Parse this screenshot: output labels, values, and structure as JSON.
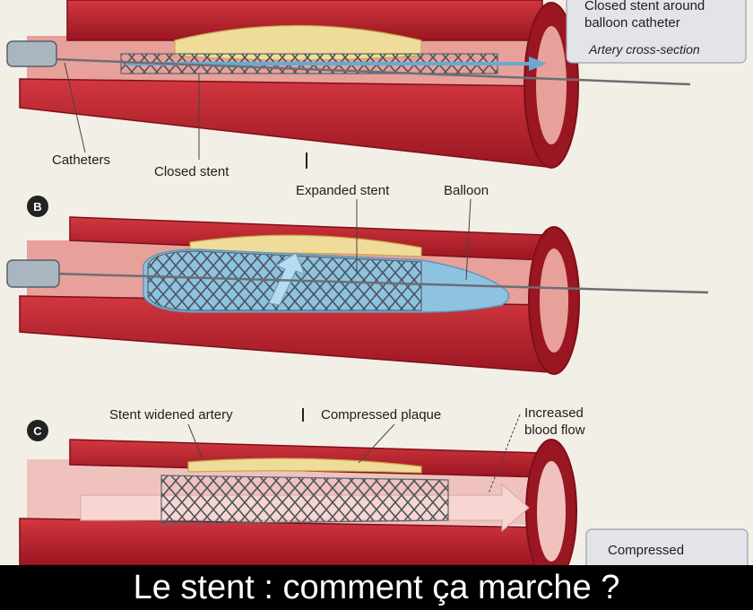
{
  "panels": {
    "a": {
      "labels": {
        "catheters": "Catheters",
        "closed_stent": "Closed stent"
      },
      "legend": {
        "line1": "Closed stent around",
        "line2": "balloon catheter",
        "note": "Artery cross-section"
      }
    },
    "b": {
      "badge": "B",
      "labels": {
        "expanded_stent": "Expanded stent",
        "balloon": "Balloon"
      }
    },
    "c": {
      "badge": "C",
      "labels": {
        "stent_widened": "Stent widened artery",
        "compressed_plaque": "Compressed plaque",
        "flow_line1": "Increased",
        "flow_line2": "blood flow",
        "legend_line1": "Compressed"
      }
    }
  },
  "caption": "Le stent : comment ça marche ?",
  "colors": {
    "artery": "#b8202c",
    "artery_dark": "#7e0f19",
    "lumen": "#e8a09a",
    "plaque": "#f0dc9a",
    "stent": "#5a6670",
    "balloon": "#8ec3e0",
    "background": "#f2efe6"
  }
}
